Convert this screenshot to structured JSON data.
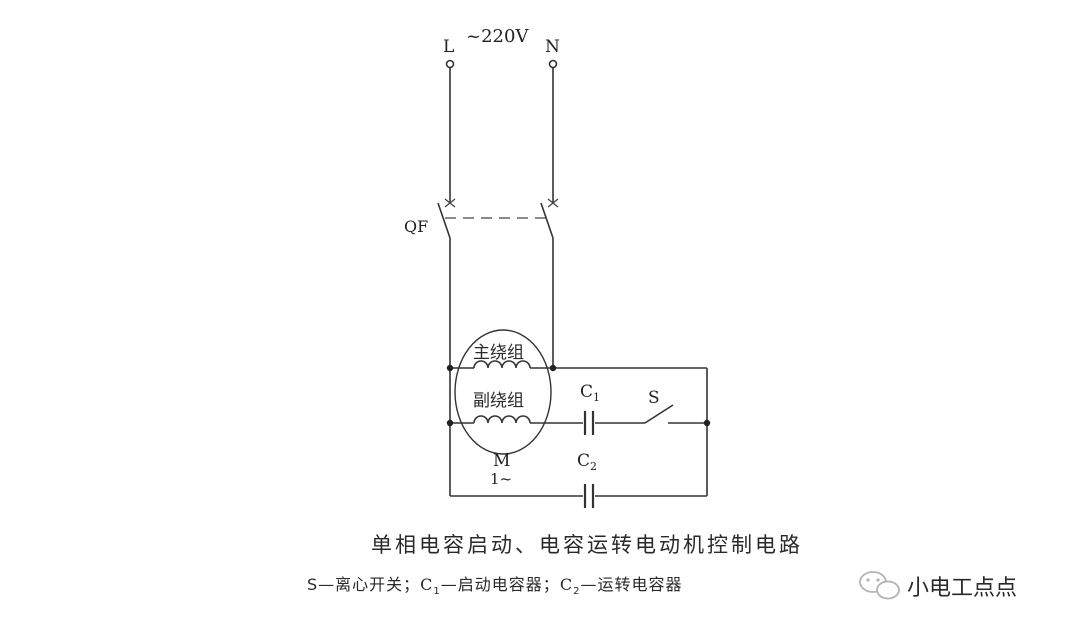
{
  "circuit": {
    "supply": {
      "line_label": "L",
      "neutral_label": "N",
      "voltage_label": "~220V"
    },
    "breaker_label": "QF",
    "motor": {
      "main_winding_label": "主绕组",
      "aux_winding_label": "副绕组",
      "symbol_label": "M",
      "symbol_sub_label": "1~"
    },
    "capacitor_start": {
      "label": "C",
      "subscript": "1"
    },
    "capacitor_run": {
      "label": "C",
      "subscript": "2"
    },
    "switch_label": "S"
  },
  "caption": {
    "title": "单相电容启动、电容运转电动机控制电路",
    "legend_s": "S—离心开关；",
    "legend_c1_letter": "C",
    "legend_c1_sub": "1",
    "legend_c1_text": "—启动电容器；",
    "legend_c2_letter": "C",
    "legend_c2_sub": "2",
    "legend_c2_text": "—运转电容器"
  },
  "watermark": {
    "text": "小电工点点"
  },
  "colors": {
    "line": "#333333",
    "text": "#222222",
    "watermark": "#9a9a9a"
  }
}
